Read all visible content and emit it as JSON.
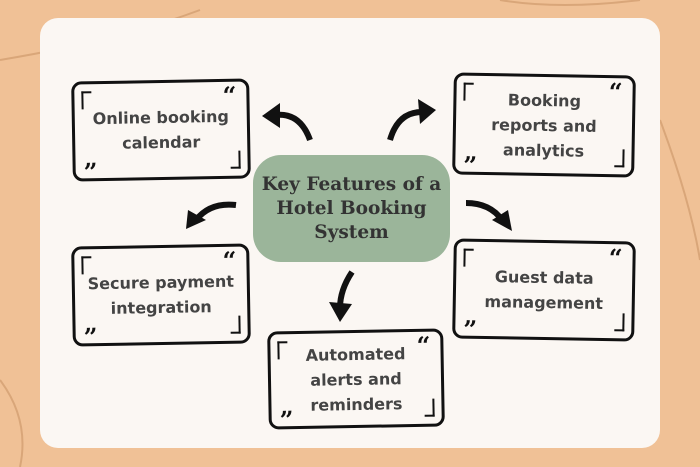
{
  "title": "Key Features of a Hotel Booking System",
  "features": [
    {
      "label": "Online booking calendar"
    },
    {
      "label": "Booking reports and analytics"
    },
    {
      "label": "Secure payment integration"
    },
    {
      "label": "Guest data management"
    },
    {
      "label": "Automated alerts and reminders"
    }
  ],
  "colors": {
    "background": "#f0c196",
    "card": "#fbf7f3",
    "center": "#9bb59a"
  },
  "quote_open": "“",
  "quote_close": "”"
}
